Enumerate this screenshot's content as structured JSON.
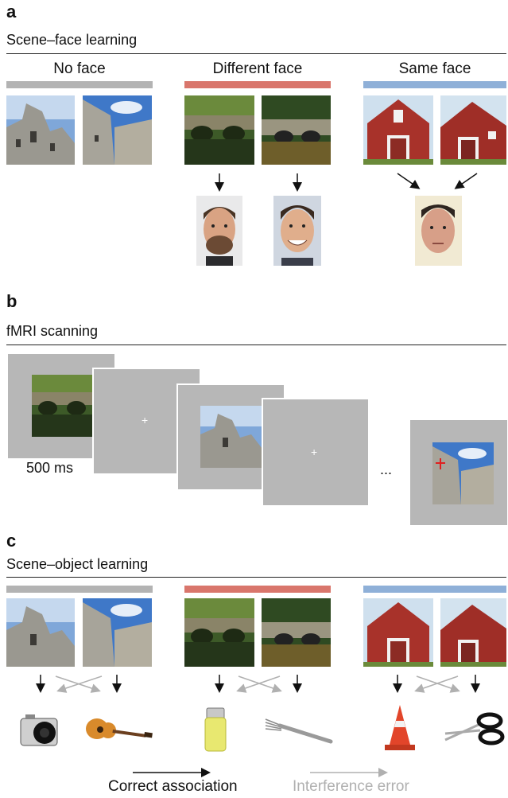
{
  "panels": {
    "a": {
      "letter": "a",
      "title": "Scene–face learning",
      "conditions": [
        {
          "label": "No face",
          "color": "#b3b3b3"
        },
        {
          "label": "Different face",
          "color": "#d9766c"
        },
        {
          "label": "Same face",
          "color": "#8fb0d8"
        }
      ]
    },
    "b": {
      "letter": "b",
      "title": "fMRI scanning",
      "timing": "500 ms",
      "ellipsis": "..."
    },
    "c": {
      "letter": "c",
      "title": "Scene–object learning",
      "bar_colors": [
        "#b3b3b3",
        "#d9766c",
        "#8fb0d8"
      ]
    }
  },
  "legend": {
    "correct": "Correct association",
    "interference": "Interference error",
    "correct_color": "#111111",
    "interference_color": "#b0b0b0"
  },
  "icons": [
    "castle-image",
    "bridge-image",
    "barn-image",
    "face-image",
    "camera-icon",
    "guitar-icon",
    "lighter-icon",
    "fork-icon",
    "cone-icon",
    "scissors-icon"
  ]
}
